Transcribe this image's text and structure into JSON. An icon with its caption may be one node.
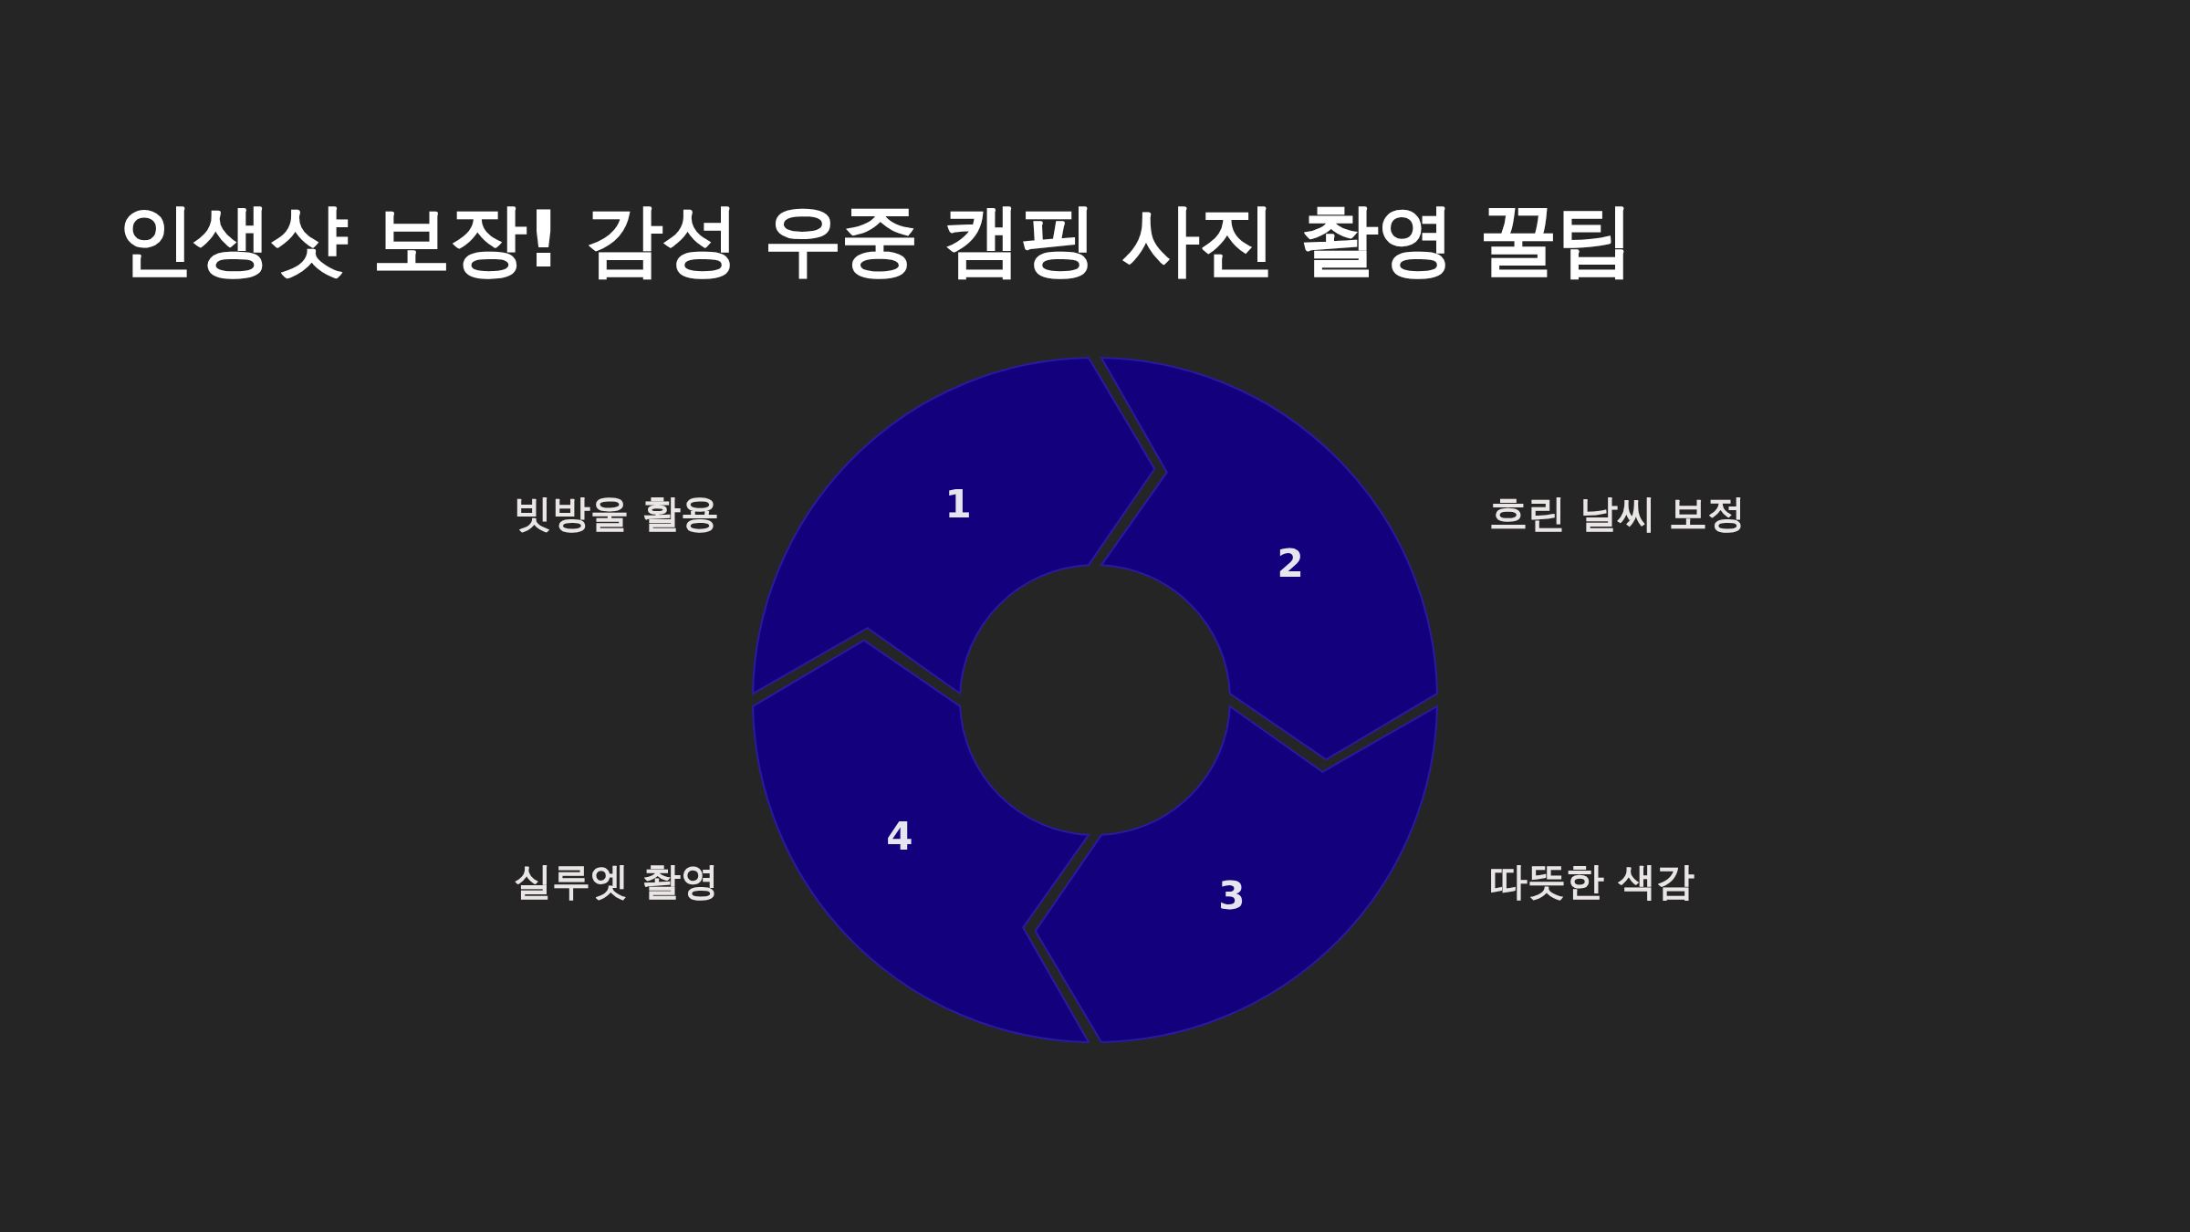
{
  "diagram": {
    "title": "인생샷 보장! 감성 우중 캠핑 사진 촬영 꿀팁",
    "nodes": [
      {
        "text": [
          "1"
        ],
        "beside": [
          "빗방울 활용"
        ]
      },
      {
        "text": [
          "2"
        ],
        "beside": [
          "흐린 날씨 보정"
        ]
      },
      {
        "text": [
          "3"
        ],
        "beside": [
          "따뜻한 색감"
        ]
      },
      {
        "text": [
          "4"
        ],
        "beside": [
          "실루엣 촬영"
        ]
      }
    ]
  }
}
